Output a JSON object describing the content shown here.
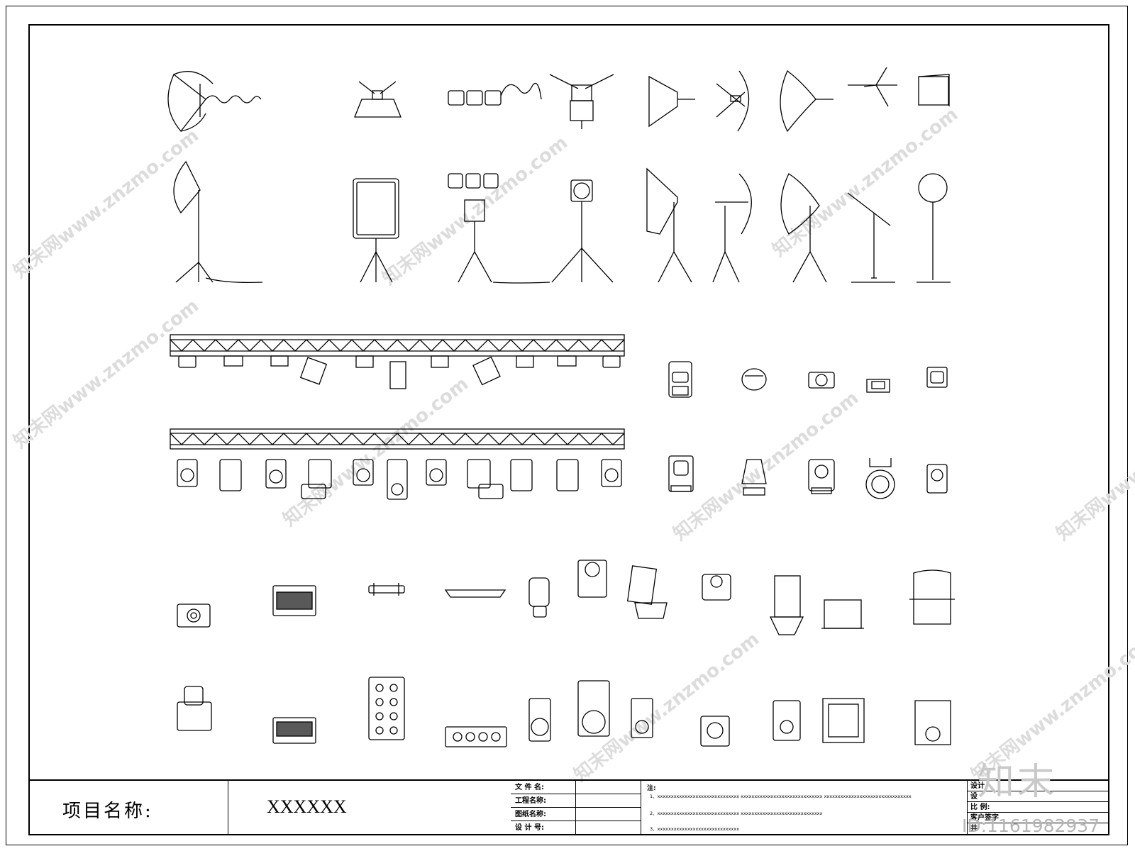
{
  "title_block": {
    "project_label": "项目名称:",
    "project_value": "XXXXXX",
    "fields": [
      "文 件 名:",
      "工程名称:",
      "图纸名称:",
      "设 计 号:"
    ],
    "notes_label": "注:",
    "notes": [
      "1、xxxxxxxxxxxxxxxxxxxxxxxxxxxxxx      xxxxxxxxxxxxxxxxxxxxxxxxxxxxxx      xxxxxxxxxxxxxxxxxxxxxxxxxxxxxxxx",
      "2、xxxxxxxxxxxxxxxxxxxxxxxxxxxxxx      xxxxxxxxxxxxxxxxxxxxxxxxxxxxxx",
      "3、xxxxxxxxxxxxxxxxxxxxxxxxxxxxxx"
    ],
    "signatures": [
      "设计",
      "设",
      "比   例:",
      "客户签字",
      "共"
    ]
  },
  "watermark": {
    "brand": "知末",
    "id": "ID:1161982937",
    "site": "知末网www.znzmo.com"
  },
  "drawing": {
    "symbol_sets": [
      "studio-lights-top-row",
      "studio-lights-with-stands",
      "truss-with-fixtures",
      "moving-heads",
      "stage-fixtures"
    ]
  }
}
